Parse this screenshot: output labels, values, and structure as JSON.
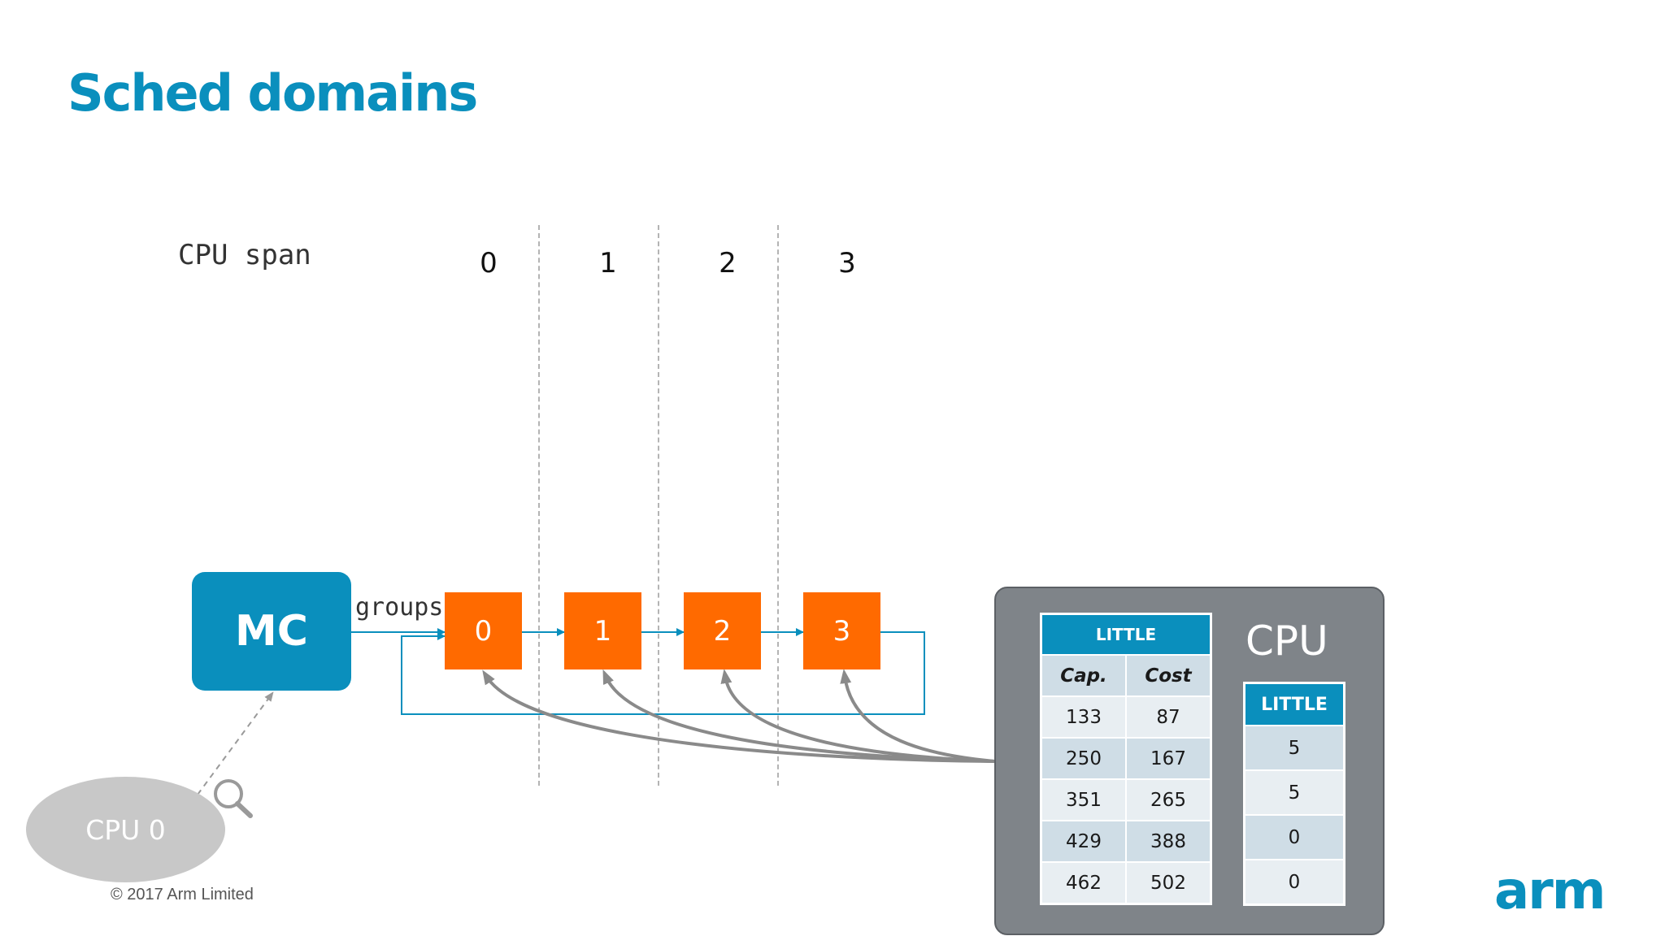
{
  "title": "Sched domains",
  "cpu_span": {
    "label": "CPU span",
    "cpus": [
      "0",
      "1",
      "2",
      "3"
    ]
  },
  "domain": {
    "name": "MC",
    "groups_label": "groups",
    "groups": [
      "0",
      "1",
      "2",
      "3"
    ]
  },
  "cpu0": {
    "label": "CPU 0"
  },
  "energy_model": {
    "title": "CPU",
    "cap_cost": {
      "header": "LITTLE",
      "columns": [
        "Cap.",
        "Cost"
      ],
      "rows": [
        [
          "133",
          "87"
        ],
        [
          "250",
          "167"
        ],
        [
          "351",
          "265"
        ],
        [
          "429",
          "388"
        ],
        [
          "462",
          "502"
        ]
      ]
    },
    "idle": {
      "header": "LITTLE",
      "values": [
        "5",
        "5",
        "0",
        "0"
      ]
    }
  },
  "copyright": "© 2017 Arm Limited",
  "logo": "arm",
  "colors": {
    "brand": "#0a8fbd",
    "group_box": "#ff6a00",
    "panel": "#7f8489",
    "arrow_gray": "#8a8a8a"
  }
}
